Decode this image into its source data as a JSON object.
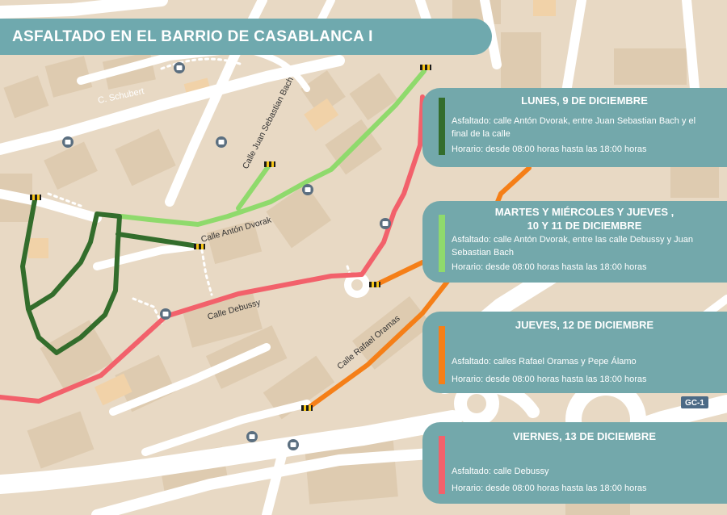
{
  "title": "ASFALTADO EN EL BARRIO DE CASABLANCA I",
  "colors": {
    "dark_green": "#336d2c",
    "light_green": "#8fda6c",
    "orange": "#f57f18",
    "red": "#f2616b",
    "panel": "#73a8ab"
  },
  "map_labels": {
    "schubert": "C. Schubert",
    "bach": "Calle Juan Sebastian Bach",
    "dvorak": "Calle Antón Dvorak",
    "debussy": "Calle Debussy",
    "oramas": "Calle Rafael Oramas",
    "road_sign": "GC-1"
  },
  "icons": {
    "bus_stop": "bus-icon",
    "works_barrier": "barrier-icon"
  },
  "schedule": [
    {
      "date": "LUNES, 9 DE DICIEMBRE",
      "color": "#336d2c",
      "work": "Asfaltado: calle Antón Dvorak,  entre Juan Sebastian Bach y el final de la calle",
      "hours": "Horario: desde 08:00 horas hasta las 18:00 horas"
    },
    {
      "date_line1": "MARTES Y MIÉRCOLES Y JUEVES ,",
      "date_line2": "10 Y 11 DE DICIEMBRE",
      "color": "#8fda6c",
      "work": "Asfaltado: calle Antón Dvorak, entre las calle Debussy y Juan Sebastian Bach",
      "hours": "Horario: desde 08:00 horas hasta las 18:00 horas"
    },
    {
      "date": "JUEVES, 12 DE DICIEMBRE",
      "color": "#f57f18",
      "work": "Asfaltado: calles Rafael Oramas y Pepe Álamo",
      "hours": "Horario: desde 08:00 horas hasta las 18:00 horas"
    },
    {
      "date": "VIERNES, 13 DE DICIEMBRE",
      "color": "#f2616b",
      "work": "Asfaltado: calle Debussy",
      "hours": "Horario: desde 08:00 horas hasta las 18:00 horas"
    }
  ]
}
